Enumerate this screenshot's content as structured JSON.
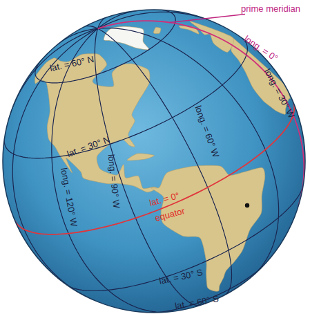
{
  "diagram": {
    "labels": [
      "prime meridian",
      "long. = 0°",
      "long. = 30° W",
      "lat. = 60° N",
      "lat. = 30° N",
      "long. = 60° W",
      "long. = 90° W",
      "long. = 120° W",
      "lat. = 0°",
      "equator",
      "lat. = 30° S",
      "lat. = 60° S"
    ]
  }
}
